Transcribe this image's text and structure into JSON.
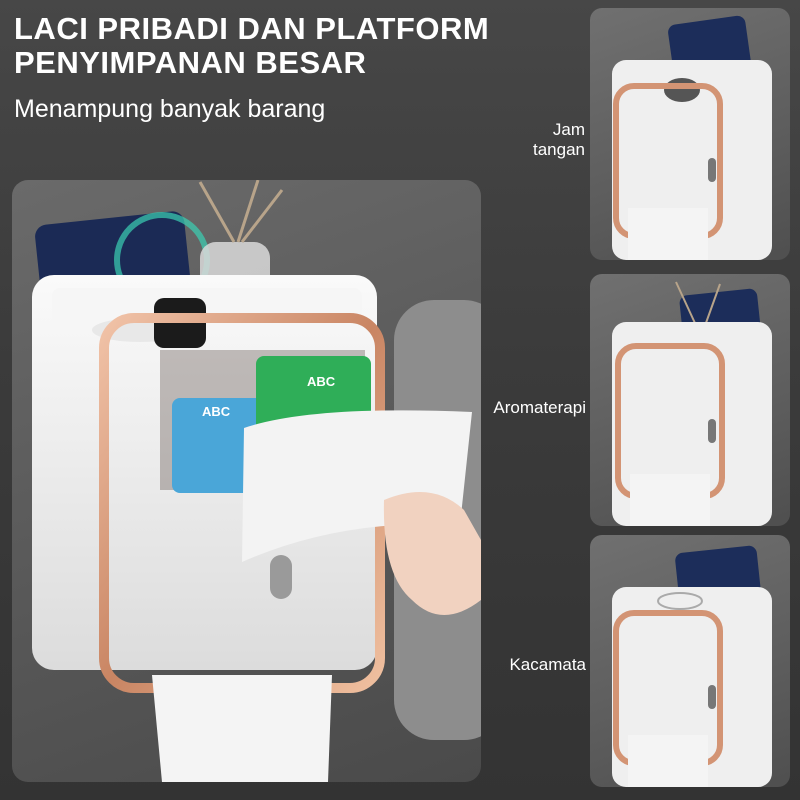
{
  "headline": {
    "line1": "LACI PRIBADI DAN PLATFORM",
    "line2": "PENYIMPANAN BESAR"
  },
  "subheadline": "Menampung banyak barang",
  "feature_labels": {
    "watch_line1": "Jam",
    "watch_line2": "tangan",
    "aroma": "Aromaterapi",
    "glasses": "Kacamata"
  },
  "product_print": {
    "package_brand": "ABC"
  },
  "colors": {
    "background": "#3a3a3a",
    "rose_gold": "#d79a7a",
    "holder_white": "#f2f2f2"
  }
}
